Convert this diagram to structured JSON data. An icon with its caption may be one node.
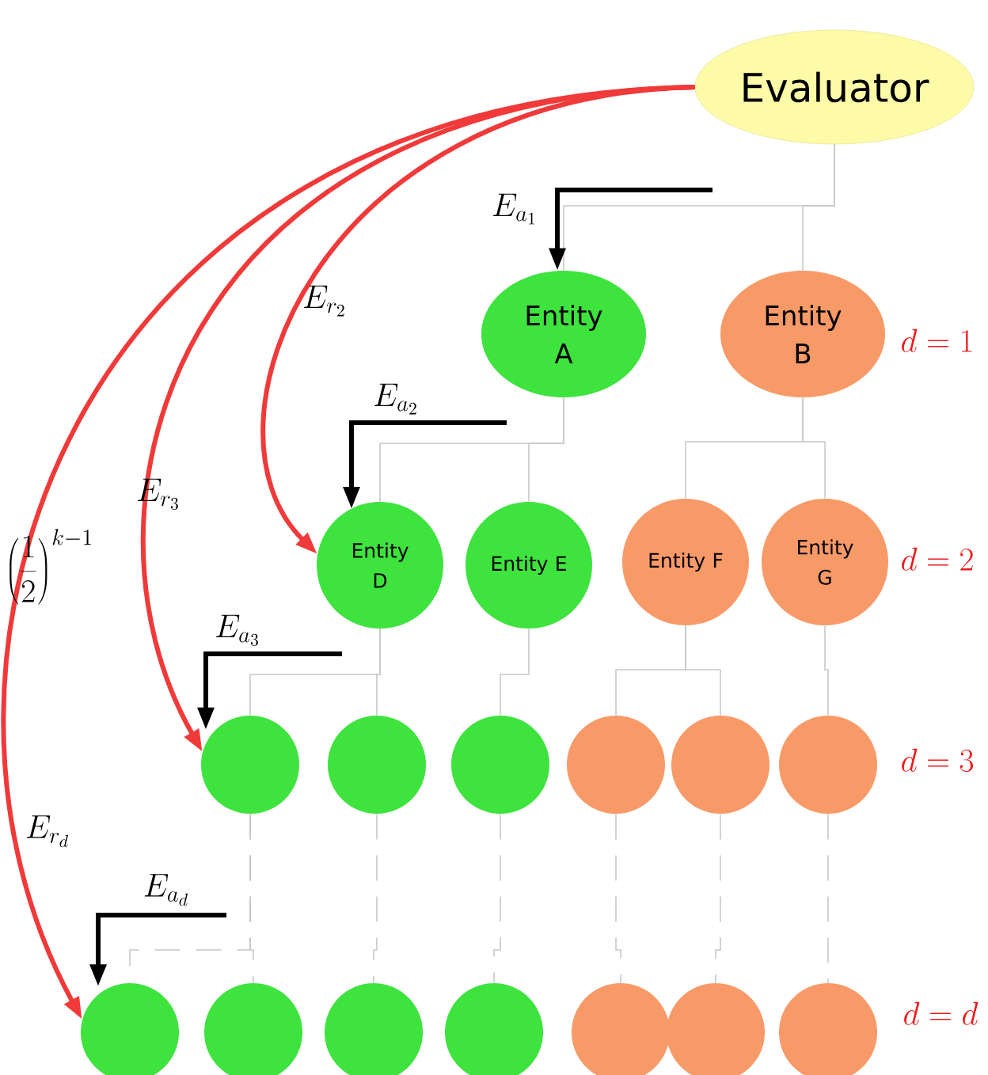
{
  "diagram": {
    "nodes": [
      {
        "text": [
          "Evaluator"
        ]
      },
      {
        "text": [
          "Entity A"
        ]
      },
      {
        "text": [
          "Entity B"
        ]
      },
      {
        "text": [
          "Entity D"
        ]
      },
      {
        "text": [
          "Entity E"
        ]
      },
      {
        "text": [
          "Entity F"
        ]
      },
      {
        "text": [
          "Entity G"
        ]
      },
      {
        "text": [],
        "shape": "circle"
      },
      {
        "text": [],
        "shape": "circle"
      },
      {
        "text": [],
        "shape": "circle"
      },
      {
        "text": [],
        "shape": "circle"
      },
      {
        "text": [],
        "shape": "circle"
      },
      {
        "text": [],
        "shape": "circle"
      },
      {
        "text": [],
        "shape": "circle"
      },
      {
        "text": [],
        "shape": "circle"
      },
      {
        "text": [],
        "shape": "circle"
      },
      {
        "text": [],
        "shape": "circle"
      },
      {
        "text": [],
        "shape": "circle"
      },
      {
        "text": [],
        "shape": "circle"
      },
      {
        "text": [],
        "shape": "circle"
      }
    ],
    "edges": [
      {
        "from": 0,
        "to": 1,
        "arrow": "none"
      },
      {
        "from": 0,
        "to": 2,
        "arrow": "none"
      },
      {
        "from": 1,
        "to": 3,
        "arrow": "none"
      },
      {
        "from": 1,
        "to": 4,
        "arrow": "none"
      },
      {
        "from": 2,
        "to": 5,
        "arrow": "none"
      },
      {
        "from": 2,
        "to": 6,
        "arrow": "none"
      },
      {
        "from": 3,
        "to": 7,
        "arrow": "none"
      },
      {
        "from": 3,
        "to": 8,
        "arrow": "none"
      },
      {
        "from": 4,
        "to": 9,
        "arrow": "none"
      },
      {
        "from": 5,
        "to": 10,
        "arrow": "none"
      },
      {
        "from": 5,
        "to": 11,
        "arrow": "none"
      },
      {
        "from": 6,
        "to": 12,
        "arrow": "none"
      },
      {
        "from": 7,
        "to": 13,
        "arrow": "none",
        "style": "dashed"
      },
      {
        "from": 7,
        "to": 14,
        "arrow": "none",
        "style": "dashed"
      },
      {
        "from": 8,
        "to": 15,
        "arrow": "none",
        "style": "dashed"
      },
      {
        "from": 9,
        "to": 16,
        "arrow": "none",
        "style": "dashed"
      },
      {
        "from": 10,
        "to": 17,
        "arrow": "none",
        "style": "dashed"
      },
      {
        "from": 11,
        "to": 18,
        "arrow": "none",
        "style": "dashed"
      },
      {
        "from": 12,
        "to": 19,
        "arrow": "none",
        "style": "dashed"
      },
      {
        "from": 0,
        "to": 3,
        "arrow": "to",
        "label": "E_{r_2}",
        "style": "thick",
        "color": "#f03a3a"
      },
      {
        "from": 0,
        "to": 7,
        "arrow": "to",
        "label": "E_{r_3}",
        "style": "thick",
        "color": "#f03a3a"
      },
      {
        "from": 0,
        "to": 13,
        "arrow": "to",
        "label": "E_{r_d}",
        "style": "thick",
        "color": "#f03a3a"
      },
      {
        "from": null,
        "to": 1,
        "arrow": "to",
        "label": "E_{a_1}",
        "style": "thick",
        "color": "#000000"
      },
      {
        "from": null,
        "to": 3,
        "arrow": "to",
        "label": "E_{a_2}",
        "style": "thick",
        "color": "#000000"
      },
      {
        "from": null,
        "to": 7,
        "arrow": "to",
        "label": "E_{a_3}",
        "style": "thick",
        "color": "#000000"
      },
      {
        "from": null,
        "to": 13,
        "arrow": "to",
        "label": "E_{a_d}",
        "style": "thick",
        "color": "#000000"
      }
    ],
    "labels": [
      "d=1",
      "d=2",
      "\\left(\\frac{1}{2}\\right)^{k-1}",
      "d=3",
      "d=d"
    ]
  }
}
